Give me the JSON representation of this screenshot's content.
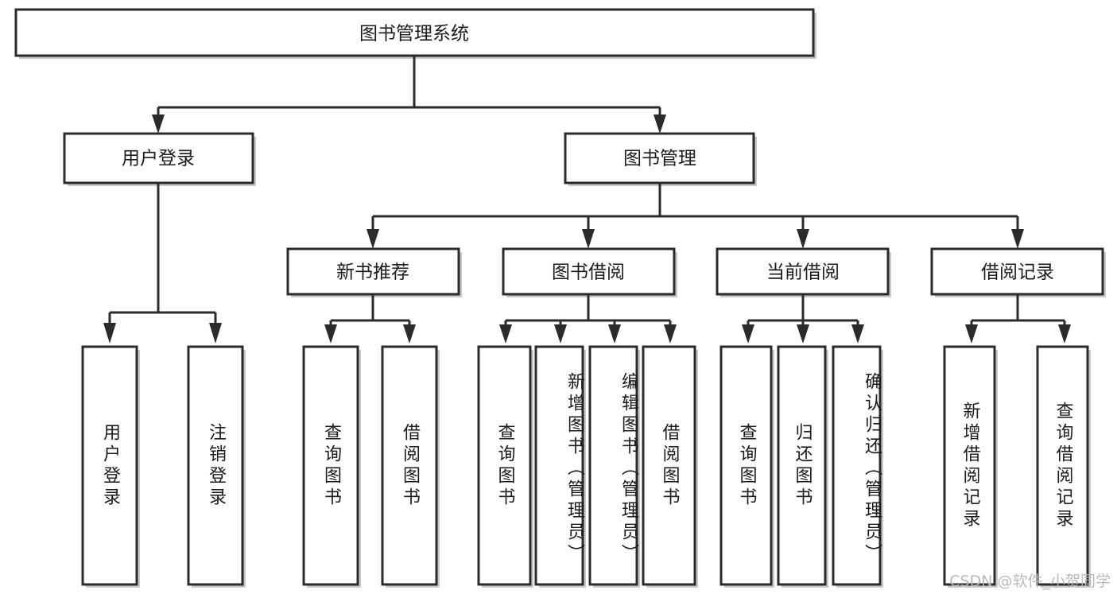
{
  "diagram": {
    "title": "图书管理系统",
    "type": "tree",
    "watermark": "CSDN @软件_小贺同学",
    "colors": {
      "stroke": "#2b2b2b",
      "fill": "#ffffff",
      "text": "#1a1a1a",
      "watermark": "#b7b7b7"
    },
    "root": {
      "label": "图书管理系统"
    },
    "level2": [
      {
        "label": "用户登录"
      },
      {
        "label": "图书管理"
      }
    ],
    "level3": [
      {
        "label": "新书推荐"
      },
      {
        "label": "图书借阅"
      },
      {
        "label": "当前借阅"
      },
      {
        "label": "借阅记录"
      }
    ],
    "leaves": {
      "user_login": [
        {
          "label": "用户登录"
        },
        {
          "label": "注销登录"
        }
      ],
      "new_book_recommend": [
        {
          "label": "查询图书"
        },
        {
          "label": "借阅图书"
        }
      ],
      "book_borrow": [
        {
          "label": "查询图书"
        },
        {
          "label": "新增图书（管理员）"
        },
        {
          "label": "编辑图书（管理员）"
        },
        {
          "label": "借阅图书"
        }
      ],
      "current_borrow": [
        {
          "label": "查询图书"
        },
        {
          "label": "归还图书"
        },
        {
          "label": "确认归还（管理员）"
        }
      ],
      "borrow_record": [
        {
          "label": "新增借阅记录"
        },
        {
          "label": "查询借阅记录"
        }
      ]
    }
  }
}
